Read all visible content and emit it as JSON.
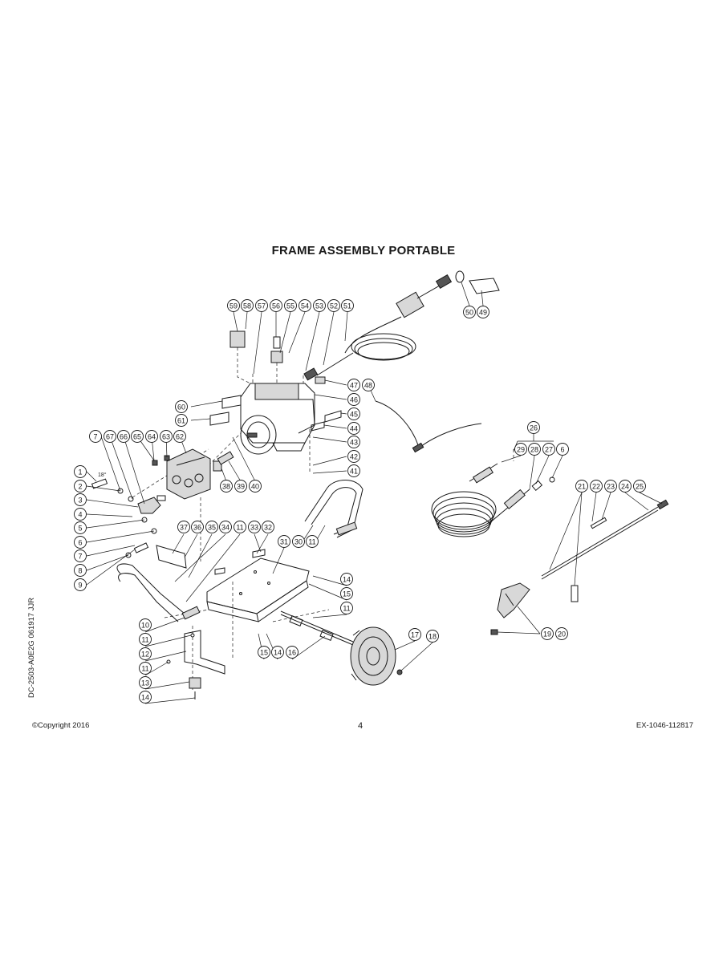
{
  "title": "FRAME ASSEMBLY PORTABLE",
  "side_code": "DC-2503-A0E2G 061917 JJR",
  "footer": {
    "copyright": "©Copyright 2016",
    "page_number": "4",
    "doc_number": "EX-1046-112817"
  },
  "angle_label": "18°",
  "callouts": [
    "59",
    "58",
    "57",
    "56",
    "55",
    "54",
    "53",
    "52",
    "51",
    "50",
    "49",
    "60",
    "61",
    "47",
    "46",
    "45",
    "44",
    "43",
    "42",
    "41",
    "48",
    "7",
    "67",
    "66",
    "65",
    "64",
    "63",
    "62",
    "38",
    "39",
    "40",
    "1",
    "2",
    "3",
    "4",
    "5",
    "6",
    "7",
    "8",
    "9",
    "37",
    "36",
    "35",
    "34",
    "11",
    "33",
    "32",
    "31",
    "30",
    "11",
    "10",
    "11",
    "12",
    "11",
    "13",
    "14",
    "14",
    "15",
    "11",
    "15",
    "14",
    "16",
    "17",
    "18",
    "26",
    "29",
    "28",
    "27",
    "6",
    "21",
    "22",
    "23",
    "24",
    "25",
    "19",
    "20"
  ]
}
